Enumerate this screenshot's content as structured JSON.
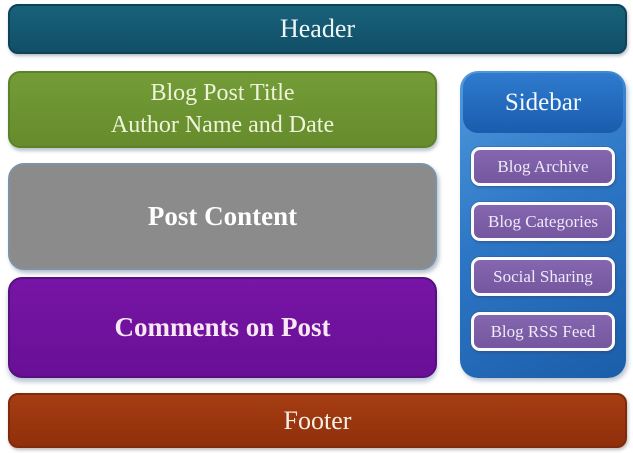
{
  "layout": {
    "header": {
      "label": "Header"
    },
    "main": {
      "title_box": {
        "line1": "Blog Post Title",
        "line2": "Author Name and Date"
      },
      "content_box": {
        "label": "Post Content"
      },
      "comments_box": {
        "label": "Comments on Post"
      }
    },
    "sidebar": {
      "title": "Sidebar",
      "items": [
        {
          "label": "Blog Archive"
        },
        {
          "label": "Blog Categories"
        },
        {
          "label": "Social Sharing"
        },
        {
          "label": "Blog RSS Feed"
        }
      ]
    },
    "footer": {
      "label": "Footer"
    },
    "colors": {
      "header_bg": "#12566E",
      "title_bg": "#6D9331",
      "content_bg": "#8B8B8B",
      "content_border": "#7E92A6",
      "comments_bg": "#6F119E",
      "sidebar_bg": "#2D77C6",
      "sidebar_header_bg": "#1D62B3",
      "sidebar_item_bg": "#7D5FA8",
      "sidebar_item_border": "#FBFBFD",
      "footer_bg": "#9E390F",
      "canvas_bg": "#FFFFFF"
    }
  }
}
